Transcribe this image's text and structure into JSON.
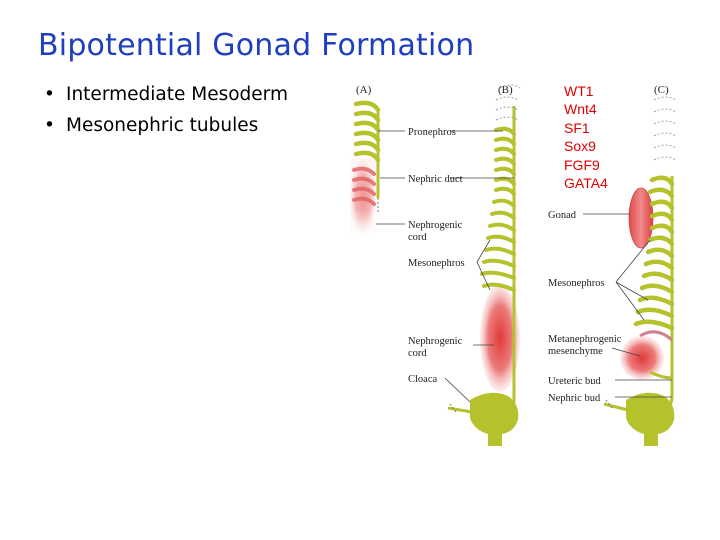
{
  "slide": {
    "title": "Bipotential Gonad Formation",
    "bullets": [
      "Intermediate Mesoderm",
      "Mesonephric tubules"
    ]
  },
  "factors": [
    "WT1",
    "Wnt4",
    "SF1",
    "Sox9",
    "FGF9",
    "GATA4"
  ],
  "figure": {
    "panels": [
      "(A)",
      "(B)",
      "(C)"
    ],
    "labels_b": [
      "Pronephros",
      "Nephric duct",
      "Nephrogenic",
      "cord",
      "Mesonephros",
      "Nephrogenic",
      "cord",
      "Cloaca"
    ],
    "labels_c": [
      "Gonad",
      "Mesonephros",
      "Metanephrogenic",
      "mesenchyme",
      "Ureteric bud",
      "Nephric bud"
    ]
  },
  "colors": {
    "title": "#1f3fbf",
    "factors": "#e00000",
    "duct": "#b5c22c",
    "tissue": "#e05a5a"
  }
}
